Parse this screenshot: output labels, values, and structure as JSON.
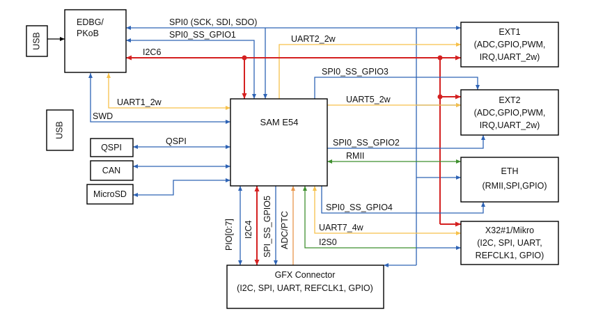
{
  "colors": {
    "spi": "#2e63b5",
    "i2c": "#d42020",
    "uart": "#f6c04a",
    "rmii": "#3f8f2e",
    "adc": "#e8954a",
    "black": "#000000"
  },
  "blocks": {
    "usb_top": "USB",
    "edbg_line1": "EDBG/",
    "edbg_line2": "PKoB",
    "usb_left": "USB",
    "qspi": "QSPI",
    "can": "CAN",
    "microsd": "MicroSD",
    "sam": "SAM E54",
    "ext1_line1": "EXT1",
    "ext1_line2": "(ADC,GPIO,PWM,",
    "ext1_line3": "IRQ,UART_2w)",
    "ext2_line1": "EXT2",
    "ext2_line2": "(ADC,GPIO,PWM,",
    "ext2_line3": "IRQ,UART_2w)",
    "eth_line1": "ETH",
    "eth_line2": "(RMII,SPI,GPIO)",
    "x32_line1": "X32#1/Mikro",
    "x32_line2": "(I2C, SPI, UART,",
    "x32_line3": "REFCLK1, GPIO)",
    "gfx_line1": "GFX Connector",
    "gfx_line2": "(I2C, SPI, UART, REFCLK1, GPIO)"
  },
  "signals": {
    "spi0": "SPI0 (SCK, SDI, SDO)",
    "spi0_ss_gpio1": "SPI0_SS_GPIO1",
    "uart2_2w": "UART2_2w",
    "i2c6": "I2C6",
    "spi0_ss_gpio3": "SPI0_SS_GPIO3",
    "uart1_2w": "UART1_2w",
    "uart5_2w": "UART5_2w",
    "swd": "SWD",
    "qspi": "QSPI",
    "spi0_ss_gpio2": "SPI0_SS_GPIO2",
    "rmii": "RMII",
    "spi0_ss_gpio4": "SPI0_SS_GPIO4",
    "uart7_4w": "UART7_4w",
    "i2s0": "I2S0",
    "pio": "PIO[0:7]",
    "i2c4": "I2C4",
    "spi_ss_gpio5": "SPI_SS_GPIO5",
    "adc_ptc": "ADC/PTC"
  }
}
